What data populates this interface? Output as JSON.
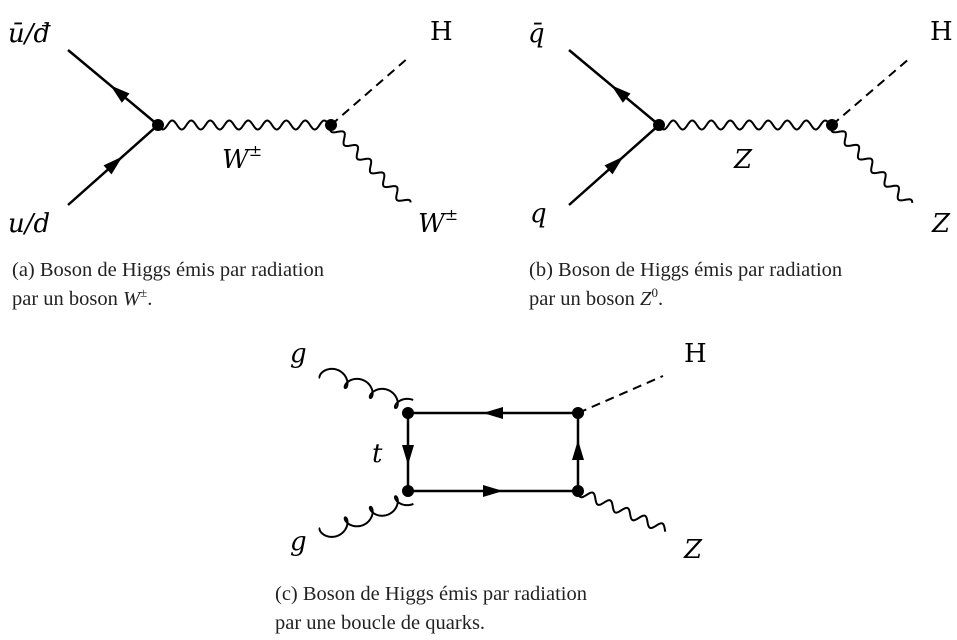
{
  "diagram_a": {
    "label_in_top": "ū/đ",
    "label_in_bottom": "u/d",
    "label_propagator": "W",
    "label_propagator_sup": "±",
    "label_out_higgs": "H",
    "label_out_boson": "W",
    "label_out_boson_sup": "±",
    "caption_prefix": "(a) Boson de Higgs émis par radiation",
    "caption_line2": "par un boson ",
    "caption_symbol": "W",
    "caption_symbol_sup": "±",
    "caption_end": "."
  },
  "diagram_b": {
    "label_in_top": "q̄",
    "label_in_bottom": "q",
    "label_propagator": "Z",
    "label_out_higgs": "H",
    "label_out_boson": "Z",
    "caption_prefix": "(b) Boson de Higgs émis par radiation",
    "caption_line2": "par un boson ",
    "caption_symbol": "Z",
    "caption_symbol_sup": "0",
    "caption_end": "."
  },
  "diagram_c": {
    "label_gluon_top": "g",
    "label_gluon_bottom": "g",
    "label_quark": "t",
    "label_out_higgs": "H",
    "label_out_boson": "Z",
    "caption_line1": "(c) Boson de Higgs émis par radiation",
    "caption_line2": "par une boucle de quarks."
  },
  "icons": [
    "fermion-arrow",
    "vertex-dot",
    "wavy-boson-line",
    "dashed-scalar-line",
    "gluon-curl"
  ]
}
